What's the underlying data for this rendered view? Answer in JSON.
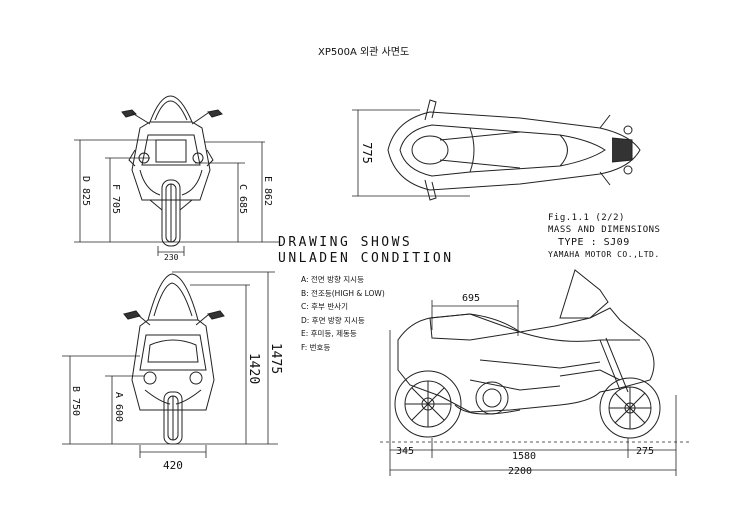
{
  "title": "XP500A 외관 사면도",
  "figure": {
    "label": "Fig.1.1 (2/2)",
    "heading": "MASS AND DIMENSIONS",
    "type": "TYPE : SJ09",
    "maker": "YAMAHA MOTOR CO.,LTD."
  },
  "condition": [
    "DRAWING SHOWS",
    "UNLADEN CONDITION"
  ],
  "legend": [
    "A: 전면 방향 지시등",
    "B: 전조등(HIGH & LOW)",
    "C: 후부 반사기",
    "D: 후면 방향 지시등",
    "E: 후미등, 제동등",
    "F: 번호등"
  ],
  "dimensions": {
    "front_top": {
      "D": "D 825",
      "F": "F 705",
      "C": "C 685",
      "E": "E 862",
      "width": "230"
    },
    "plan": {
      "width": "775"
    },
    "front_bottom": {
      "B": "B 750",
      "A": "A 600",
      "width": "420",
      "h1": "1420",
      "h2": "1475"
    },
    "side": {
      "seat": "695",
      "front": "345",
      "wheelbase": "1580",
      "rear": "275",
      "length": "2200"
    }
  }
}
